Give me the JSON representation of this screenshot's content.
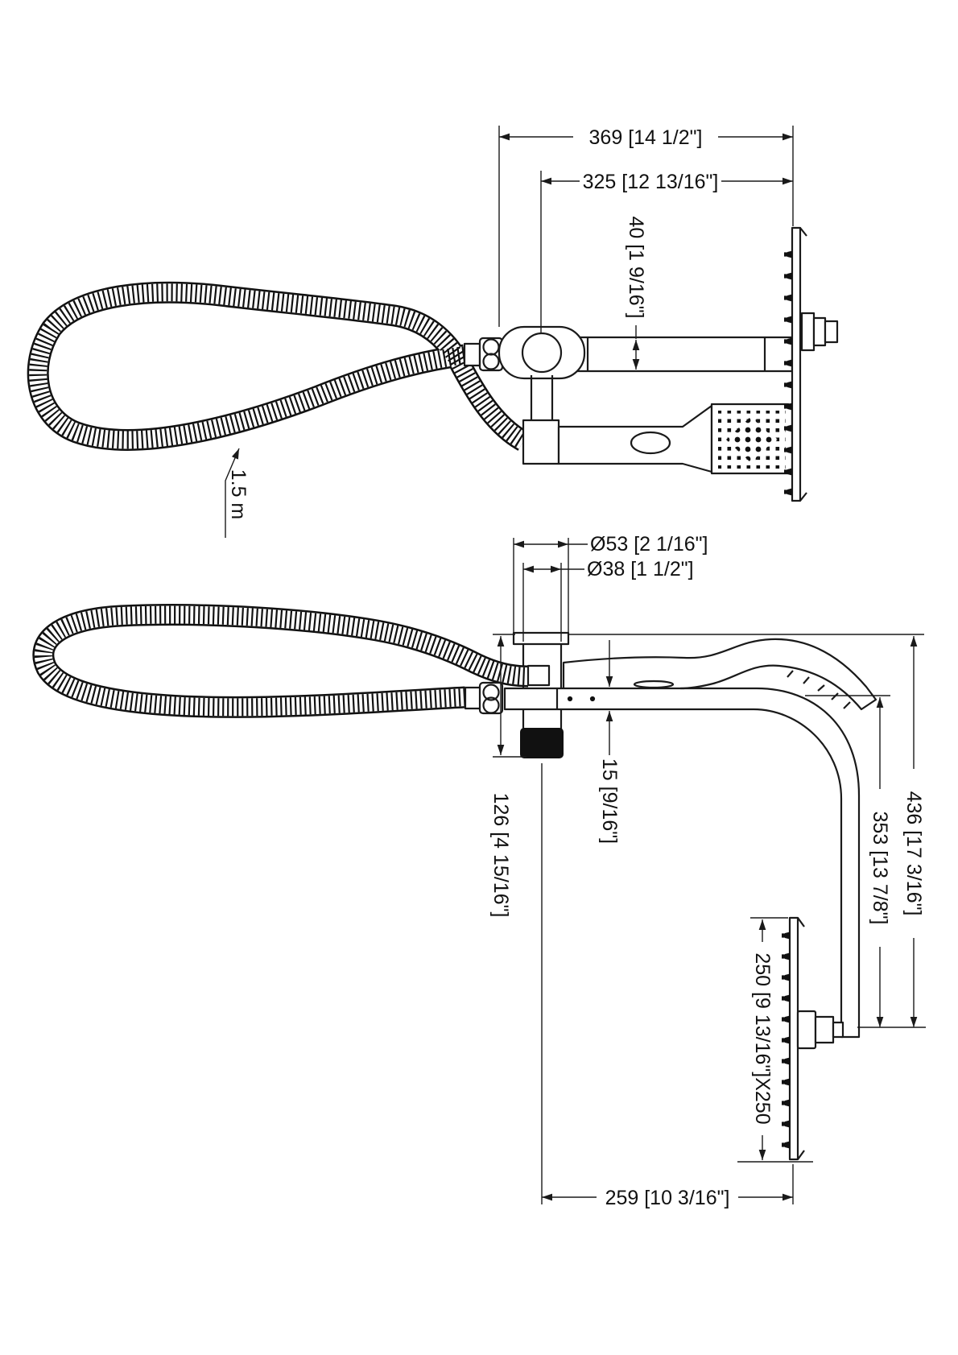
{
  "colors": {
    "background": "#ffffff",
    "line": "#1a1a1a"
  },
  "views": {
    "top": {
      "dims": {
        "overall_width": "369 [14 1/2\"]",
        "arm_length": "325 [12 13/16\"]",
        "bar_width": "40 [1 9/16\"]",
        "hose_length": "1.5 m"
      }
    },
    "side": {
      "dims": {
        "flange_diameter": "Ø53 [2 1/16\"]",
        "pipe_diameter": "Ø38 [1 1/2\"]",
        "bar_thickness": "15 [9/16\"]",
        "handle_length": "126 [4 15/16\"]",
        "overall_height": "436 [17 3/16\"]",
        "arm_height": "353 [13 7/8\"]",
        "head_size": "250 [9 13/16\"]X250",
        "head_offset": "259 [10 3/16\"]"
      }
    }
  }
}
